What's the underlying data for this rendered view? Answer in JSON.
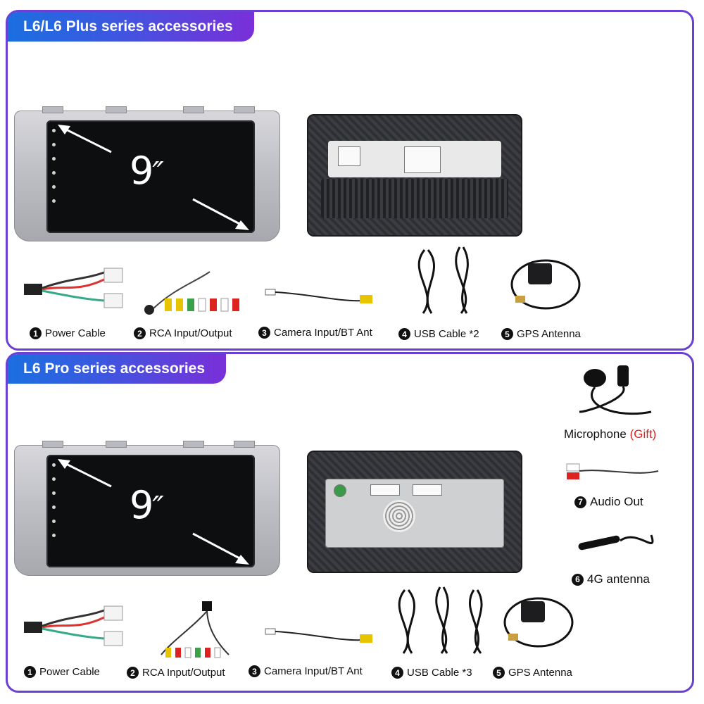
{
  "sections": [
    {
      "title": "L6/L6 Plus series accessories",
      "screen_size": "9",
      "accessories": [
        {
          "num": "1",
          "label": "Power Cable"
        },
        {
          "num": "2",
          "label": "RCA Input/Output"
        },
        {
          "num": "3",
          "label": "Camera Input/BT Ant"
        },
        {
          "num": "4",
          "label": "USB Cable *2"
        },
        {
          "num": "5",
          "label": "GPS Antenna"
        }
      ]
    },
    {
      "title": "L6 Pro series accessories",
      "screen_size": "9",
      "accessories": [
        {
          "num": "1",
          "label": "Power Cable"
        },
        {
          "num": "2",
          "label": "RCA Input/Output"
        },
        {
          "num": "3",
          "label": "Camera Input/BT Ant"
        },
        {
          "num": "4",
          "label": "USB Cable *3"
        },
        {
          "num": "5",
          "label": "GPS Antenna"
        }
      ],
      "extras": {
        "microphone": "Microphone",
        "gift": "(Gift)",
        "audio_out": {
          "num": "7",
          "label": "Audio Out"
        },
        "antenna_4g": {
          "num": "6",
          "label": "4G antenna"
        }
      }
    }
  ],
  "colors": {
    "frame": "#6a3fd3",
    "title_start": "#1b6fe0",
    "title_end": "#7a2fd8",
    "gift": "#e02020"
  }
}
